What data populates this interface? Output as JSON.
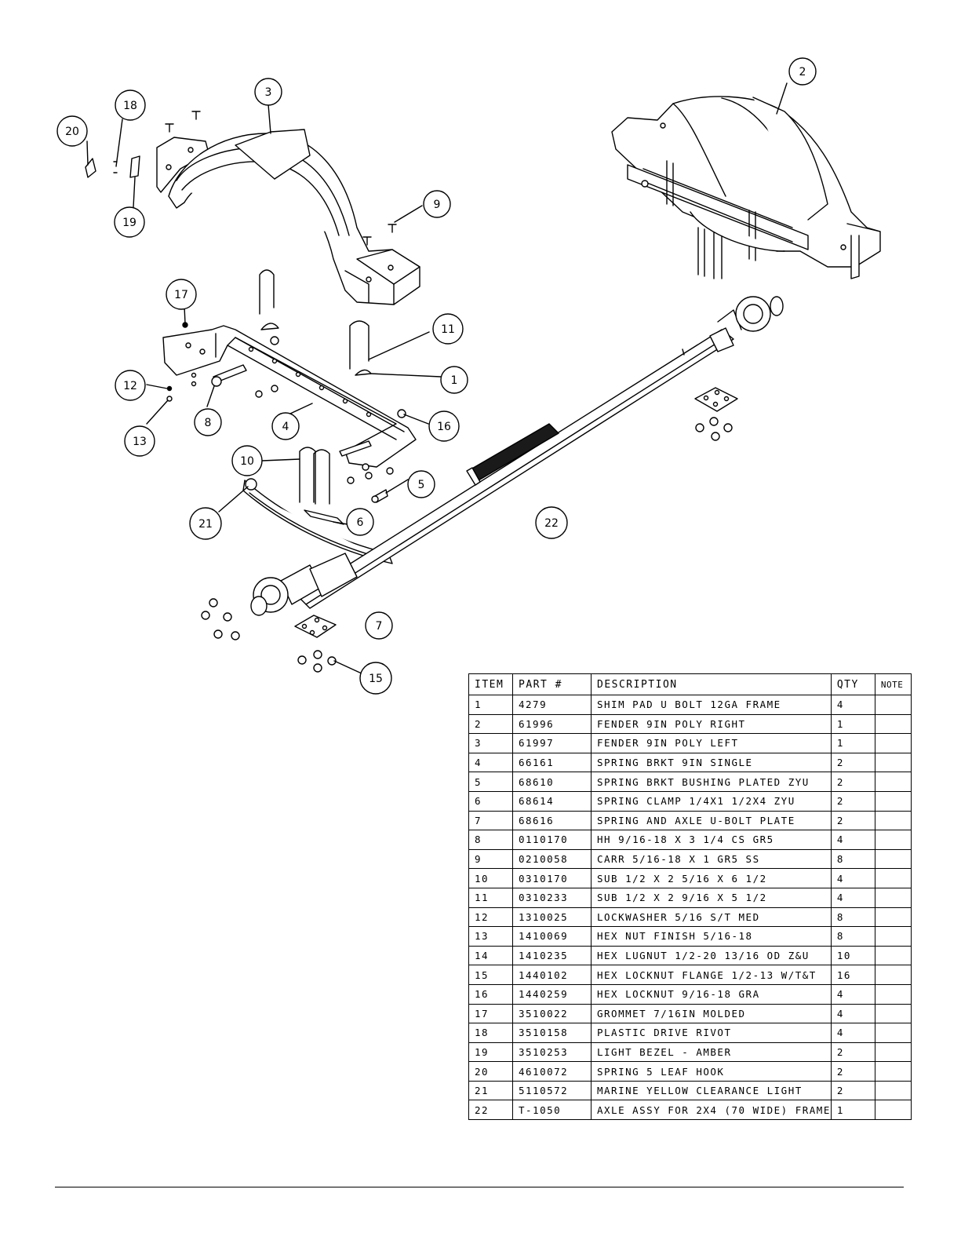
{
  "balloons": [
    "1",
    "2",
    "3",
    "4",
    "5",
    "6",
    "7",
    "8",
    "9",
    "10",
    "11",
    "12",
    "13",
    "15",
    "16",
    "17",
    "18",
    "19",
    "20",
    "21",
    "22"
  ],
  "bom": {
    "headers": [
      "ITEM",
      "PART #",
      "DESCRIPTION",
      "QTY",
      "NOTE"
    ],
    "rows": [
      {
        "item": "1",
        "part": "4279",
        "desc": "SHIM PAD   U BOLT 12GA FRAME",
        "qty": "4",
        "note": ""
      },
      {
        "item": "2",
        "part": "61996",
        "desc": "FENDER  9IN POLY RIGHT",
        "qty": "1",
        "note": ""
      },
      {
        "item": "3",
        "part": "61997",
        "desc": "FENDER  9IN POLY LEFT",
        "qty": "1",
        "note": ""
      },
      {
        "item": "4",
        "part": "66161",
        "desc": "SPRING BRKT   9IN SINGLE",
        "qty": "2",
        "note": ""
      },
      {
        "item": "5",
        "part": "68610",
        "desc": "SPRING BRKT BUSHING PLATED ZYU",
        "qty": "2",
        "note": ""
      },
      {
        "item": "6",
        "part": "68614",
        "desc": "SPRING CLAMP   1/4X1 1/2X4  ZYU",
        "qty": "2",
        "note": ""
      },
      {
        "item": "7",
        "part": "68616",
        "desc": "SPRING AND AXLE U-BOLT PLATE",
        "qty": "2",
        "note": ""
      },
      {
        "item": "8",
        "part": "0110170",
        "desc": "HH 9/16-18 X 3 1/4 CS GR5",
        "qty": "4",
        "note": ""
      },
      {
        "item": "9",
        "part": "0210058",
        "desc": "CARR 5/16-18 X 1 GR5 SS",
        "qty": "8",
        "note": ""
      },
      {
        "item": "10",
        "part": "0310170",
        "desc": "SUB 1/2 X 2 5/16 X 6 1/2",
        "qty": "4",
        "note": ""
      },
      {
        "item": "11",
        "part": "0310233",
        "desc": "SUB 1/2 X 2 9/16 X 5 1/2",
        "qty": "4",
        "note": ""
      },
      {
        "item": "12",
        "part": "1310025",
        "desc": "LOCKWASHER 5/16 S/T MED",
        "qty": "8",
        "note": ""
      },
      {
        "item": "13",
        "part": "1410069",
        "desc": "HEX NUT FINISH 5/16-18",
        "qty": "8",
        "note": ""
      },
      {
        "item": "14",
        "part": "1410235",
        "desc": "HEX LUGNUT 1/2-20 13/16 OD Z&U",
        "qty": "10",
        "note": ""
      },
      {
        "item": "15",
        "part": "1440102",
        "desc": "HEX LOCKNUT FLANGE 1/2-13 W/T&T",
        "qty": "16",
        "note": ""
      },
      {
        "item": "16",
        "part": "1440259",
        "desc": "HEX LOCKNUT 9/16-18 GRA",
        "qty": "4",
        "note": ""
      },
      {
        "item": "17",
        "part": "3510022",
        "desc": "GROMMET  7/16IN MOLDED",
        "qty": "4",
        "note": ""
      },
      {
        "item": "18",
        "part": "3510158",
        "desc": "PLASTIC DRIVE RIVOT",
        "qty": "4",
        "note": ""
      },
      {
        "item": "19",
        "part": "3510253",
        "desc": "LIGHT BEZEL - AMBER",
        "qty": "2",
        "note": ""
      },
      {
        "item": "20",
        "part": "4610072",
        "desc": "SPRING  5 LEAF HOOK",
        "qty": "2",
        "note": ""
      },
      {
        "item": "21",
        "part": "5110572",
        "desc": "MARINE YELLOW CLEARANCE LIGHT",
        "qty": "2",
        "note": ""
      },
      {
        "item": "22",
        "part": "T-1050",
        "desc": "AXLE ASSY FOR 2X4 (70 WIDE) FRAME",
        "qty": "1",
        "note": ""
      }
    ]
  }
}
